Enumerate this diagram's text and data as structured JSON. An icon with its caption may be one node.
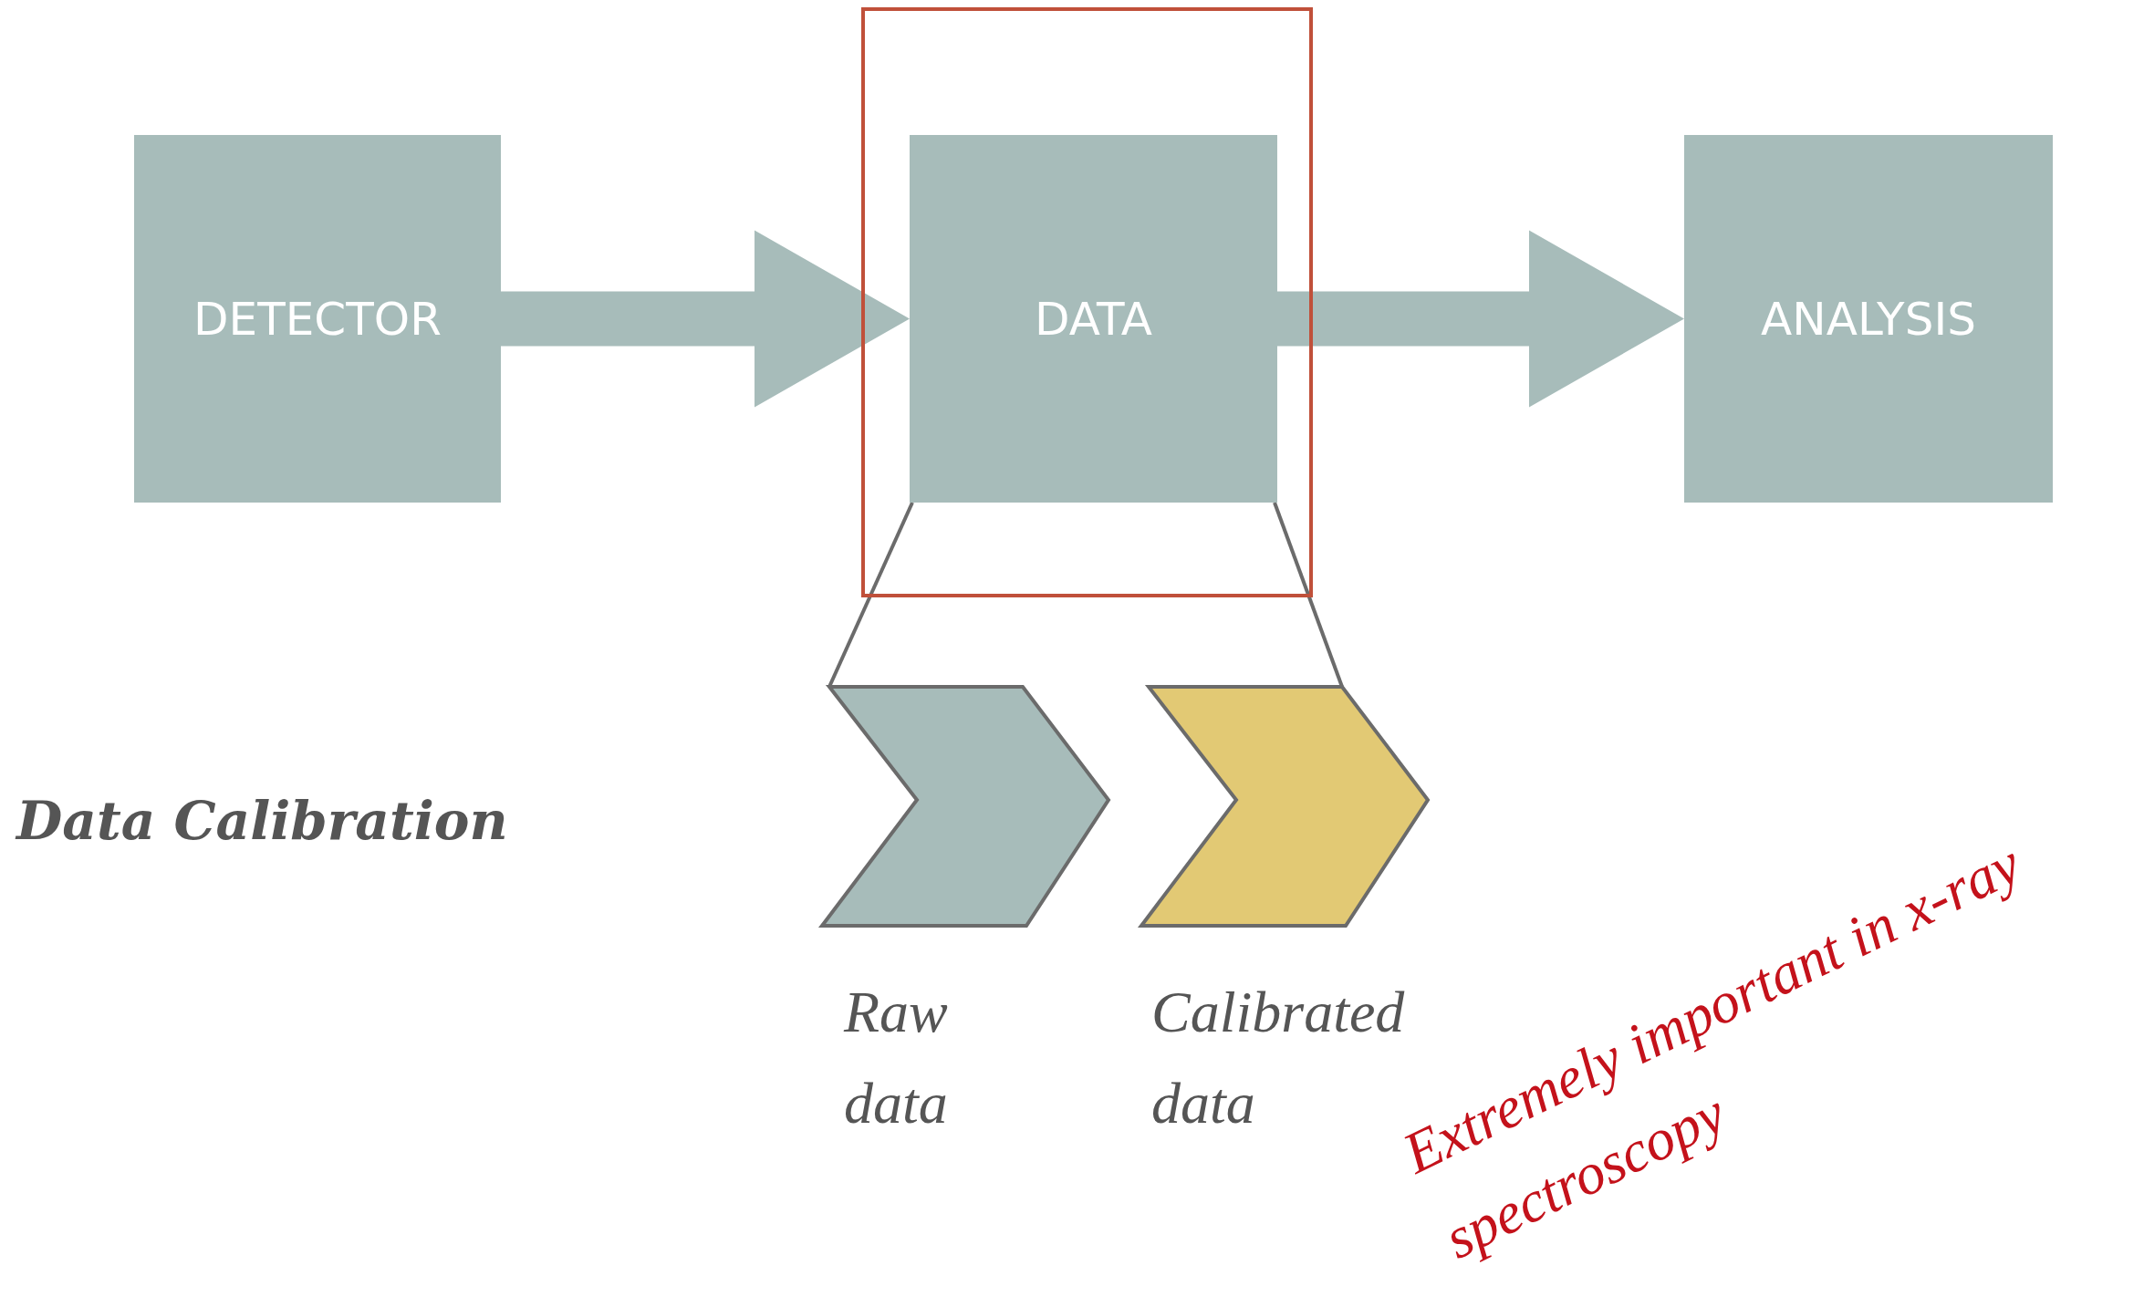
{
  "diagram": {
    "nodes": [
      {
        "text": [
          "DETECTOR"
        ]
      },
      {
        "text": [
          "DATA"
        ]
      },
      {
        "text": [
          "ANALYSIS"
        ]
      },
      {
        "text": [],
        "shape": "chevron",
        "beside": [
          "Raw data"
        ]
      },
      {
        "text": [],
        "shape": "chevron",
        "beside": [
          "Calibrated data"
        ]
      }
    ],
    "edges": [
      {
        "from": 0,
        "to": 1,
        "arrow": "to",
        "style": "thick"
      },
      {
        "from": 1,
        "to": 2,
        "arrow": "to",
        "style": "thick"
      },
      {
        "from": 1,
        "to": 3,
        "arrow": "none"
      },
      {
        "from": 1,
        "to": 4,
        "arrow": "none"
      }
    ],
    "labels": [
      "Data Calibration",
      "Extremely important in x-ray spectroscopy"
    ]
  }
}
